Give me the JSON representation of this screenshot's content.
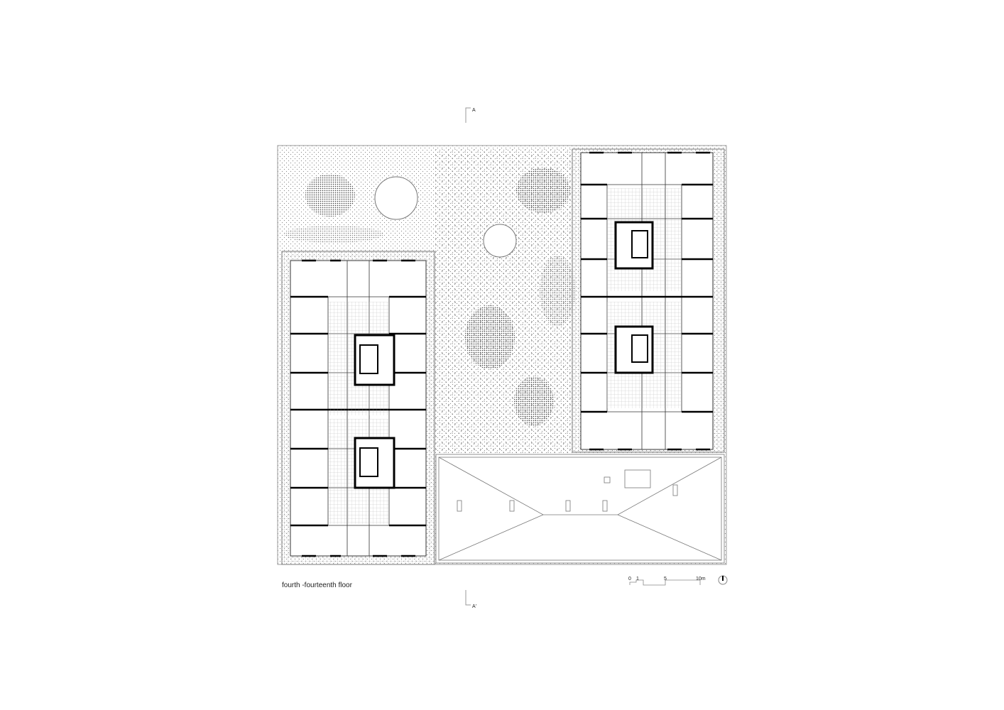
{
  "drawing": {
    "title": "fourth -fourteenth floor",
    "section_marker_top": "A",
    "section_marker_bottom": "A'",
    "scale_bar": {
      "labels": [
        "0",
        "1",
        "5",
        "10m"
      ]
    },
    "north_arrow": "north-arrow-icon"
  }
}
